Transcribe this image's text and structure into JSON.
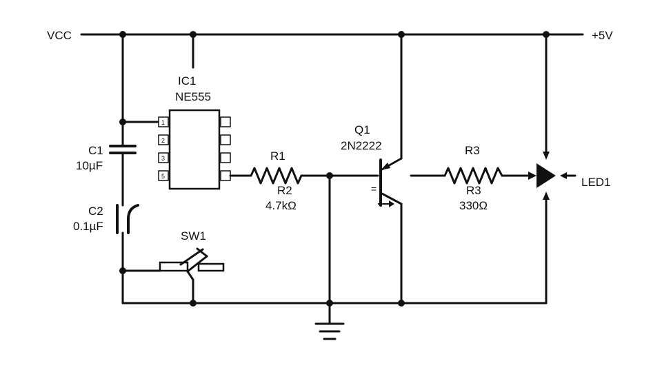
{
  "rails": {
    "left_label": "VCC",
    "right_label": "+5V"
  },
  "ic1": {
    "ref": "IC1",
    "part": "NE555",
    "pins": [
      "1",
      "2",
      "3",
      "5"
    ]
  },
  "c1": {
    "ref": "C1",
    "value": "10µF"
  },
  "c2": {
    "ref": "C2",
    "value": "0.1µF"
  },
  "r1": {
    "ref": "R1"
  },
  "r2": {
    "ref": "R2",
    "value": "4.7kΩ"
  },
  "q1": {
    "ref": "Q1",
    "part": "2N2222",
    "mark": "="
  },
  "r3a": {
    "ref": "R3"
  },
  "r3b": {
    "ref": "R3",
    "value": "330Ω"
  },
  "led1": {
    "ref": "LED1"
  },
  "sw1": {
    "ref": "SW1"
  }
}
